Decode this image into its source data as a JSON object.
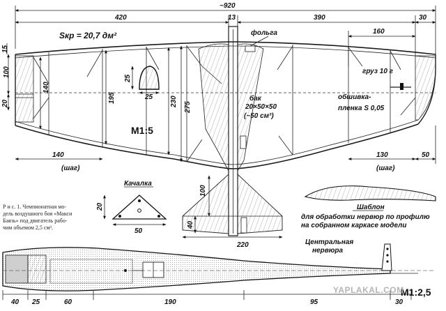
{
  "dimensions": {
    "overall_span": "~920",
    "wing_left_span": "420",
    "center_width": "13",
    "wing_right_span": "390",
    "tip_width": "30",
    "right_inner": "160",
    "left_tip_height": "15",
    "left_height_100": "100",
    "left_height_20": "20",
    "chord_140": "140",
    "rib_195": "195",
    "rib_230": "230",
    "rib_275": "275",
    "template_25_top": "25",
    "template_25_bottom": "25",
    "pitch_left": "140",
    "pitch_right": "130",
    "right_tip_50": "50",
    "fuselage_100": "100",
    "fuselage_40": "40",
    "fuselage_220": "220",
    "bellcrank_20": "20",
    "bellcrank_50": "50",
    "bottom_40": "40",
    "bottom_25": "25",
    "bottom_60": "60",
    "bottom_190": "190",
    "bottom_95": "95",
    "bottom_30": "30"
  },
  "labels": {
    "area": "Sкр = 20,7 дм²",
    "foil": "фольга",
    "weight": "груз 10 г",
    "tank_line1": "бак",
    "tank_line2": "20×50×50",
    "tank_line3": "(~50 см³)",
    "covering_line1": "обшивка-",
    "covering_line2": "пленка S 0,05",
    "scale_main": "M1:5",
    "pitch_left_note": "(шаг)",
    "pitch_right_note": "(шаг)",
    "bellcrank": "Качалка",
    "template": "Шаблон",
    "template_desc_line1": "для обработки нервюр по профилю",
    "template_desc_line2": "на собранном каркасе модели",
    "central_rib_line1": "Центральная",
    "central_rib_line2": "нервюра",
    "scale_rib": "M1:2,5"
  },
  "caption": {
    "line1": "Р и с. 1. Чемпионатная мо-",
    "line2": "дель воздушного боя «Макси",
    "line3": "Баязь» под двигатель рабо-",
    "line4": "чим объемом 2,5 см³."
  },
  "watermark": "YAPLAKAL.COM"
}
